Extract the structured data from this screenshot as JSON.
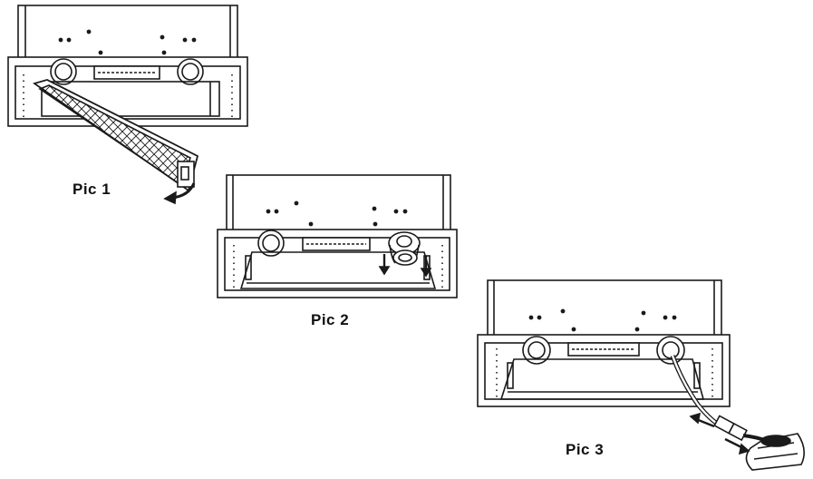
{
  "figure": {
    "panels": [
      {
        "caption": "Pic 1",
        "depicts": "filter-removal"
      },
      {
        "caption": "Pic 2",
        "depicts": "bulb-cover-removal"
      },
      {
        "caption": "Pic 3",
        "depicts": "bulb-connector-unplug"
      }
    ]
  },
  "colors": {
    "line": "#1a1a1a",
    "fill": "#ffffff",
    "background": "#ffffff"
  }
}
